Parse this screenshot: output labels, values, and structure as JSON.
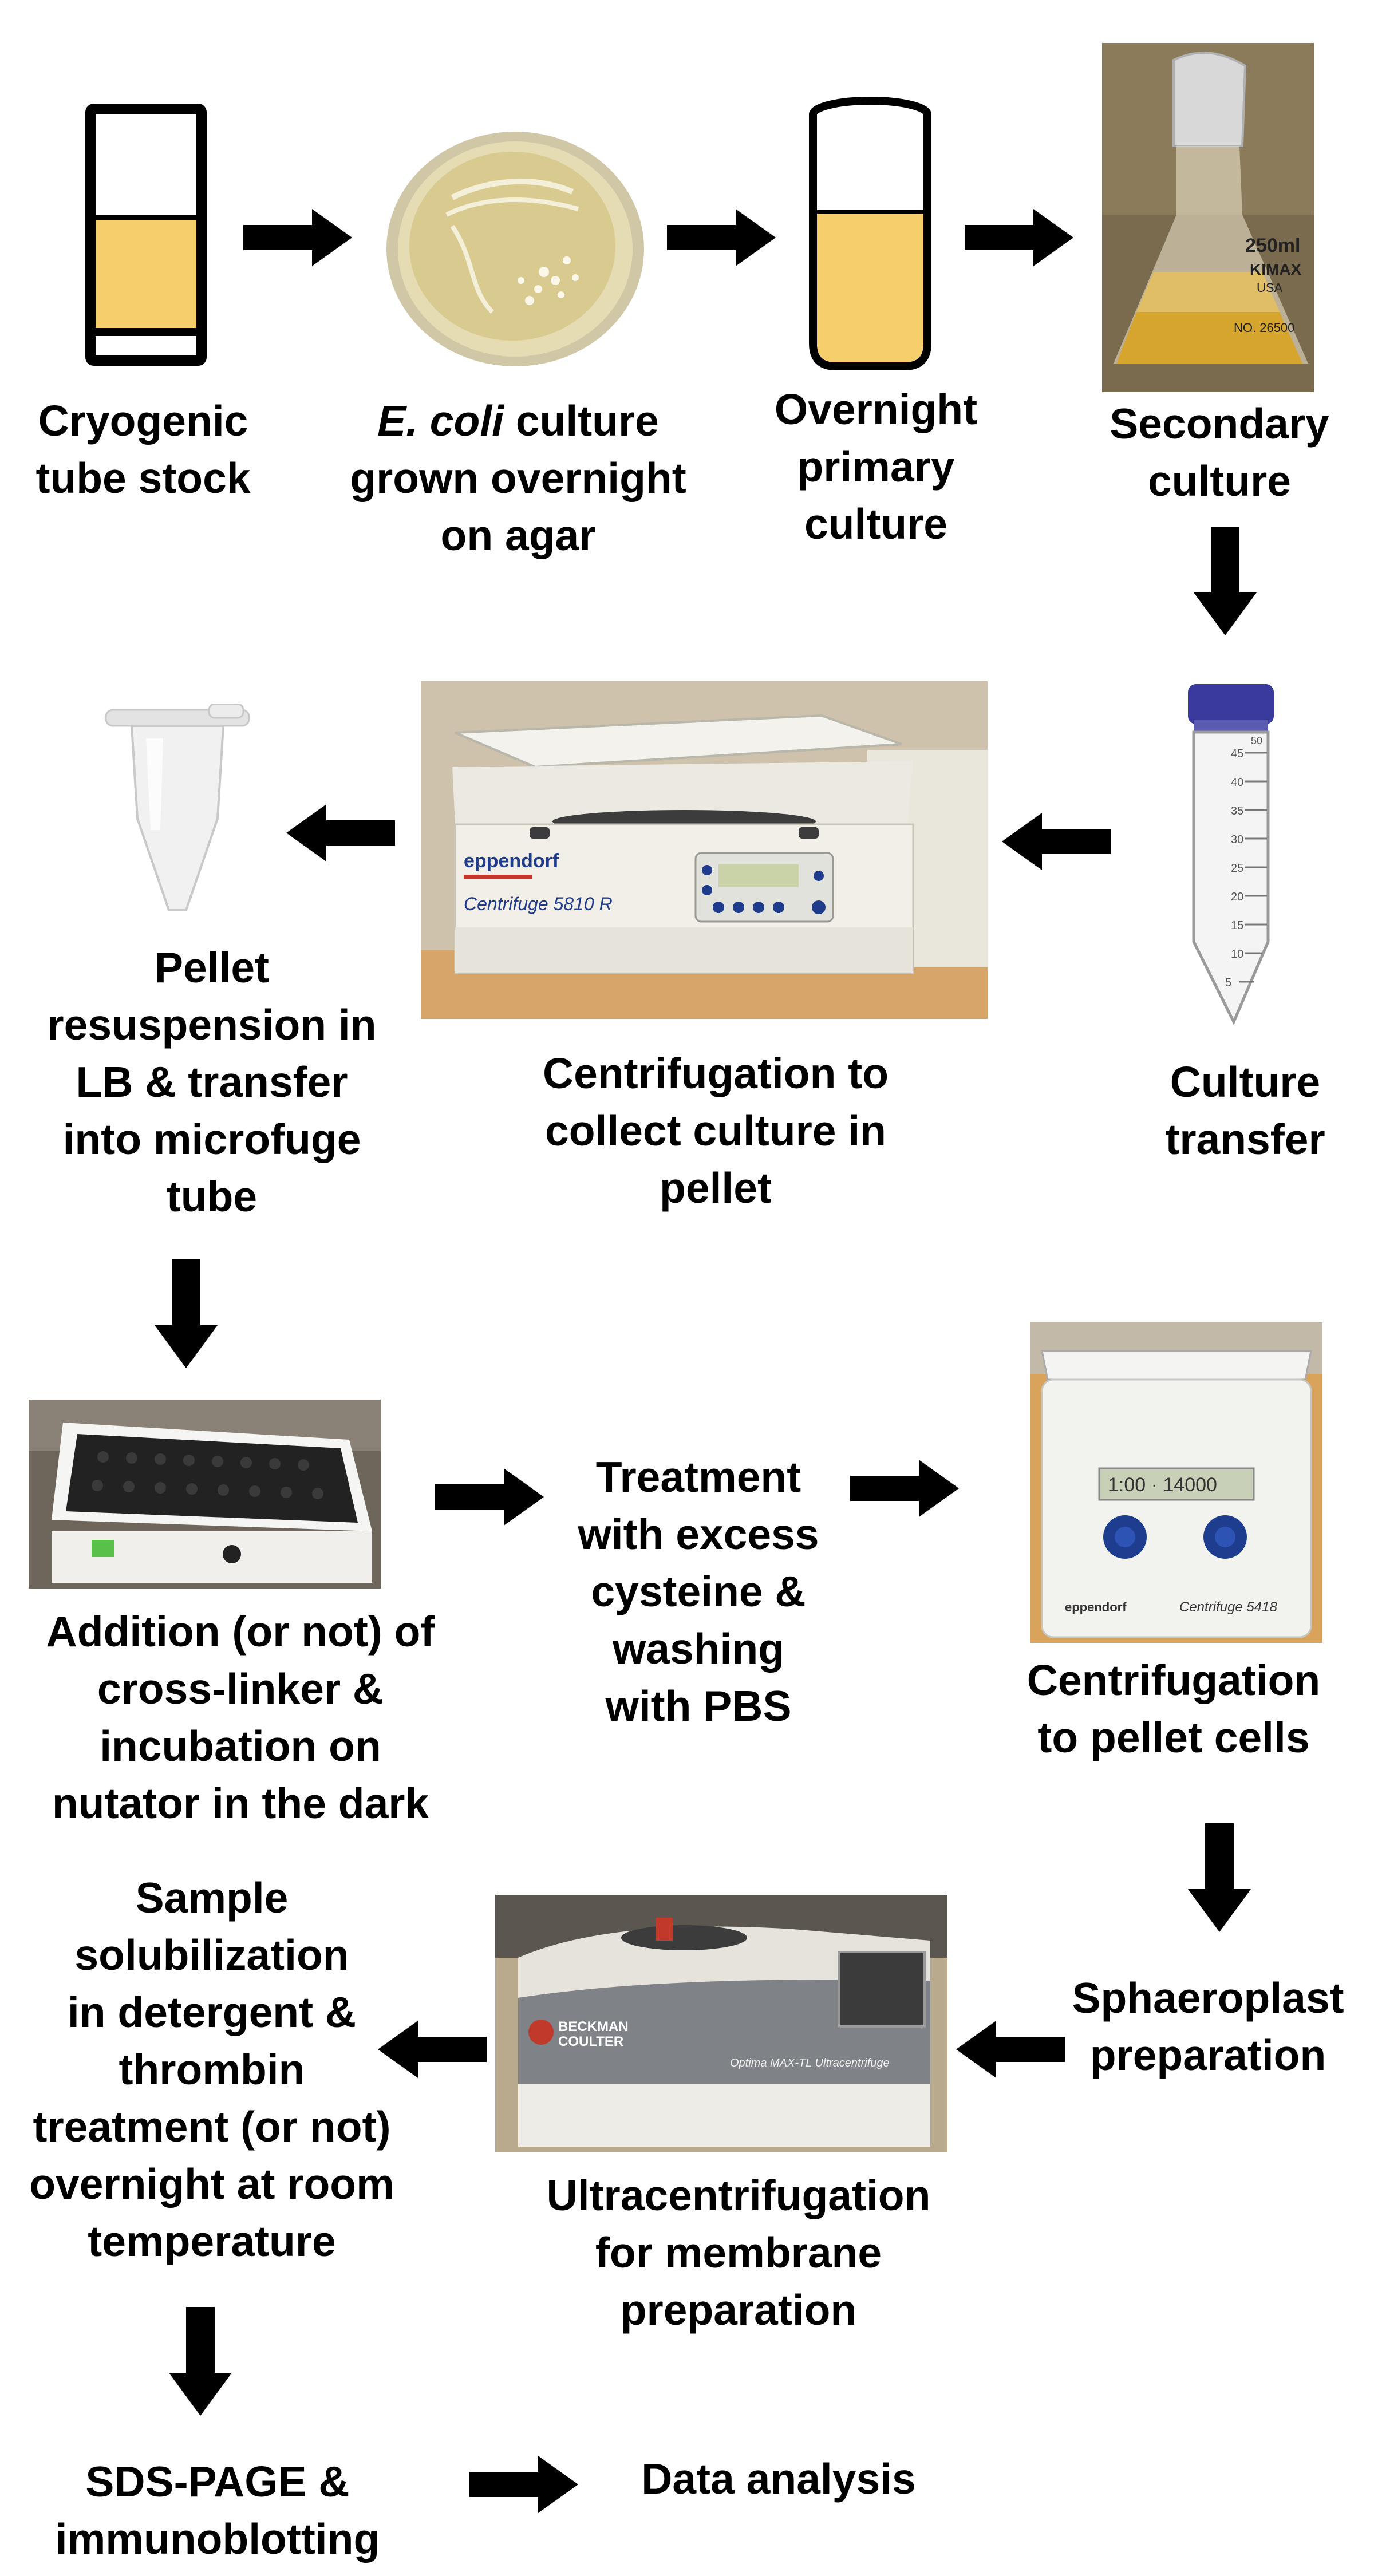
{
  "steps": {
    "cryo": {
      "line1": "Cryogenic",
      "line2": "tube stock"
    },
    "agar": {
      "line1_italic": "E. coli",
      "line1_rest": " culture",
      "line2": "grown overnight",
      "line3": "on agar"
    },
    "primary": {
      "line1": "Overnight",
      "line2": "primary",
      "line3": "culture"
    },
    "secondary": {
      "line1": "Secondary",
      "line2": "culture"
    },
    "culture_transfer": {
      "line1": "Culture",
      "line2": "transfer"
    },
    "centrifugation_collect": {
      "line1": "Centrifugation to",
      "line2": "collect culture in",
      "line3": "pellet"
    },
    "pellet_resuspension": {
      "line1": "Pellet",
      "line2": "resuspension in",
      "line3": "LB & transfer",
      "line4": "into microfuge",
      "line5": "tube"
    },
    "crosslinker": {
      "line1": "Addition (or not) of",
      "line2": "cross-linker &",
      "line3": "incubation on",
      "line4": "nutator in the dark"
    },
    "treatment": {
      "line1": "Treatment",
      "line2": "with excess",
      "line3": "cysteine &",
      "line4": "washing",
      "line5": "with PBS"
    },
    "centrifugation_pellet": {
      "line1": "Centrifugation",
      "line2": "to pellet cells"
    },
    "sphaeroplast": {
      "line1": "Sphaeroplast",
      "line2": "preparation"
    },
    "ultracentrifugation": {
      "line1": "Ultracentrifugation",
      "line2": "for membrane",
      "line3": "preparation"
    },
    "solubilization": {
      "line1": "Sample",
      "line2": "solubilization",
      "line3": "in detergent &",
      "line4": "thrombin",
      "line5": "treatment (or not)",
      "line6": "overnight at room",
      "line7": "temperature"
    },
    "sds_page": {
      "line1": "SDS-PAGE &",
      "line2": "immunoblotting"
    },
    "data_analysis": {
      "line1": "Data analysis"
    }
  },
  "photo_text": {
    "flask_volume": "250ml",
    "flask_brand": "KIMAX",
    "flask_country": "USA",
    "flask_no": "NO. 26500",
    "eppendorf_brand": "eppendorf",
    "centrifuge_model": "Centrifuge 5810 R",
    "minifuge_display": "1:00 · 14000",
    "minifuge_model": "Centrifuge 5418",
    "beckman_brand_1": "BECKMAN",
    "beckman_brand_2": "COULTER",
    "ultra_model": "Optima MAX-TL Ultracentrifuge",
    "falcon_top": "50",
    "falcon_marks": [
      "45",
      "40",
      "35",
      "30",
      "25",
      "20",
      "15",
      "10",
      "5"
    ]
  },
  "colors": {
    "culture_yellow": "#f6cf6c",
    "arrow": "#000000",
    "agar_amber": "#d9c98d",
    "tube_cap_blue": "#3a3a9c",
    "knob_blue": "#1e3d8f"
  }
}
